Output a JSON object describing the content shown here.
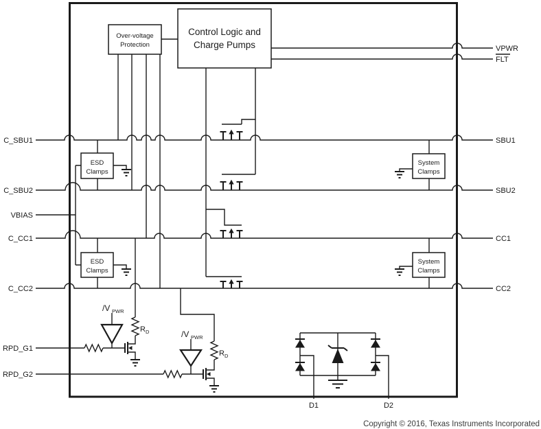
{
  "diagram": {
    "blocks": {
      "ovp": {
        "line1": "Over-voltage",
        "line2": "Protection"
      },
      "control": {
        "line1": "Control Logic and",
        "line2": "Charge Pumps"
      },
      "esd1": {
        "line1": "ESD",
        "line2": "Clamps"
      },
      "esd2": {
        "line1": "ESD",
        "line2": "Clamps"
      },
      "sys1": {
        "line1": "System",
        "line2": "Clamps"
      },
      "sys2": {
        "line1": "System",
        "line2": "Clamps"
      }
    },
    "pins": {
      "left": {
        "c_sbu1": "C_SBU1",
        "c_sbu2": "C_SBU2",
        "vbias": "VBIAS",
        "c_cc1": "C_CC1",
        "c_cc2": "C_CC2",
        "rpd_g1": "RPD_G1",
        "rpd_g2": "RPD_G2"
      },
      "right": {
        "vpwr": "VPWR",
        "flt": "FLT",
        "sbu1": "SBU1",
        "sbu2": "SBU2",
        "cc1": "CC1",
        "cc2": "CC2"
      },
      "bottom": {
        "d1": "D1",
        "d2": "D2"
      }
    },
    "annotations": {
      "vpwr_prefix": "/V",
      "vpwr_sub": "PWR",
      "rd_main": "R",
      "rd_sub": "D"
    },
    "colors": {
      "line": "#1a1a1a",
      "background": "#ffffff",
      "copyright_text": "#3b3b3b"
    }
  },
  "footer": {
    "copyright": "Copyright © 2016, Texas Instruments Incorporated"
  }
}
